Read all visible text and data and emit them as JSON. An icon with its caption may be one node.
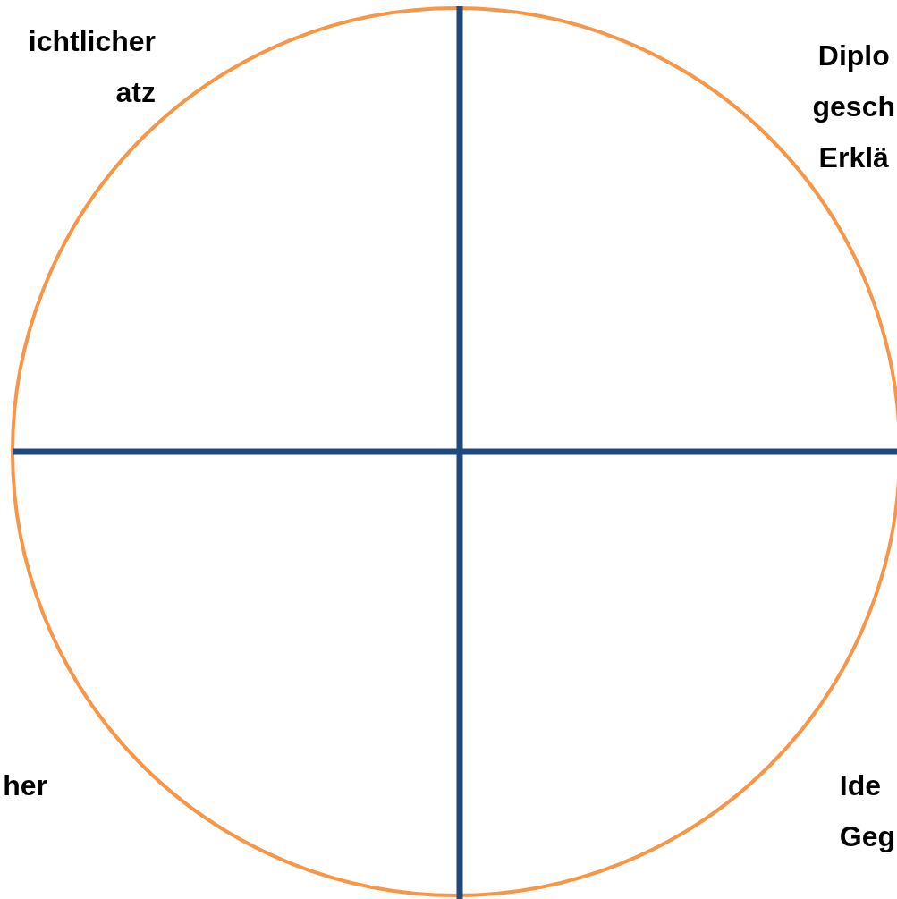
{
  "diagram": {
    "labels": [
      "ichtlicher atz",
      "Diplo gesch Erklä",
      "her",
      "Ide Geg"
    ]
  }
}
